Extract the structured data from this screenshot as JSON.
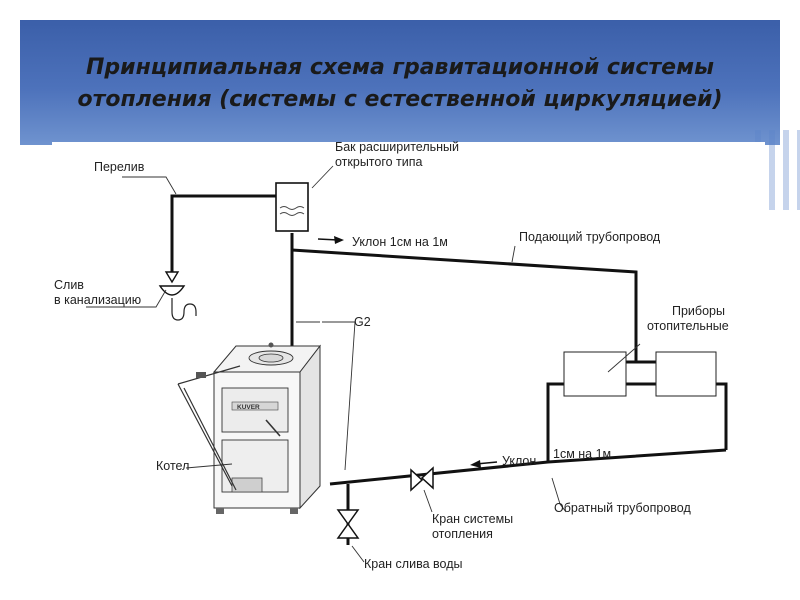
{
  "slide": {
    "title_line1": "Принципиальная схема гравитационной системы",
    "title_line2": "отопления (системы с естественной циркуляцией)"
  },
  "diagram": {
    "labels": {
      "overflow": "Перелив",
      "tank_line1": "Бак расширительный",
      "tank_line2": "открытого типа",
      "slope_top": "Уклон 1см на 1м",
      "supply_pipe": "Подающий трубопровод",
      "drain_line1": "Слив",
      "drain_line2": "в канализацию",
      "g2": "G2",
      "radiators_line1": "Приборы",
      "radiators_line2": "отопительные",
      "boiler": "Котел",
      "slope_bottom_a": "Уклон",
      "slope_bottom_b": "1см на 1м",
      "return_pipe": "Обратный трубопровод",
      "heating_valve_line1": "Кран системы",
      "heating_valve_line2": "отопления",
      "drain_valve": "Кран слива воды",
      "boiler_brand": "KUVER"
    },
    "icons": [
      "arrow-right-icon",
      "arrow-left-icon",
      "valve-icon",
      "drain-funnel-icon",
      "expansion-tank-icon",
      "boiler-icon",
      "radiator-icon"
    ]
  }
}
